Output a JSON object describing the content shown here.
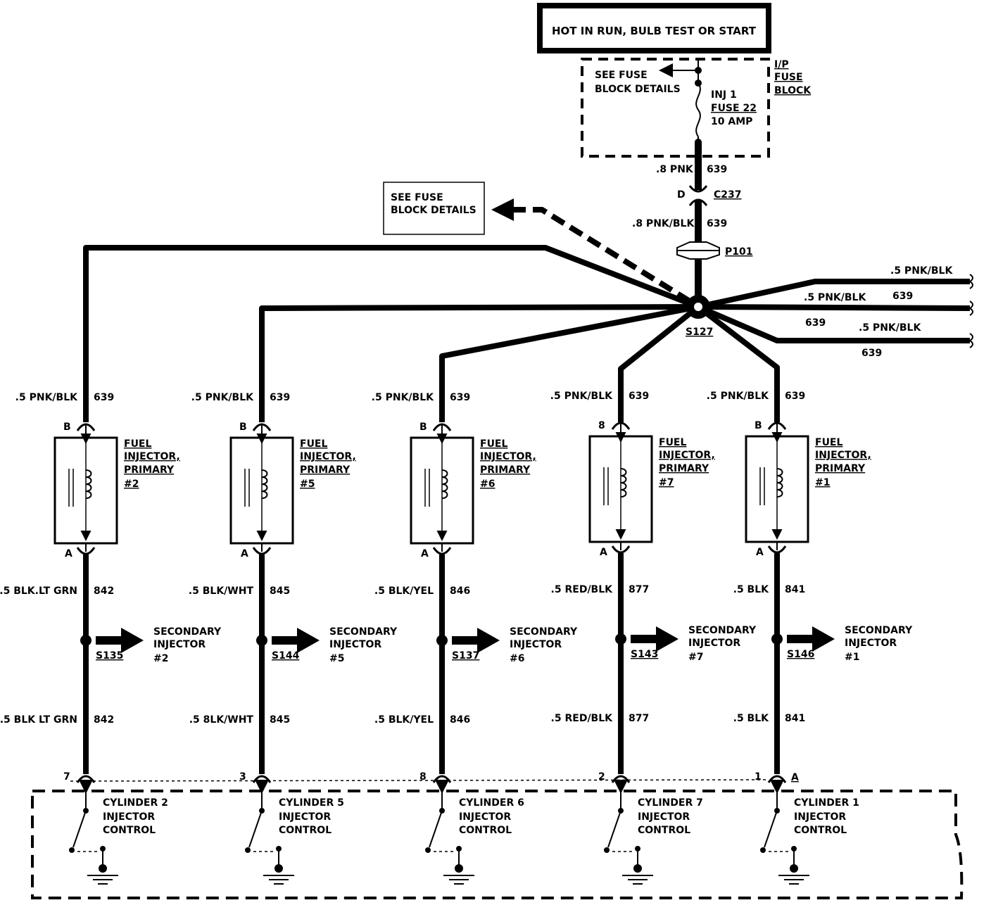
{
  "header": {
    "power_label": "HOT IN RUN, BULB TEST OR START"
  },
  "fuse_block": {
    "see_details_l1": "SEE FUSE",
    "see_details_l2": "BLOCK DETAILS",
    "block_l1": "I/P",
    "block_l2": "FUSE",
    "block_l3": "BLOCK",
    "fuse_l1": "INJ 1",
    "fuse_l2": "FUSE 22",
    "fuse_l3": "10 AMP"
  },
  "feed": {
    "wire1": ".8 PNK",
    "circuit1": "639",
    "conn_pin": "D",
    "conn_id": "C237",
    "wire2": ".8 PNK/BLK",
    "circuit2": "639",
    "passthru": "P101",
    "splice": "S127"
  },
  "side_box": {
    "l1": "SEE FUSE",
    "l2": "BLOCK DETAILS"
  },
  "right_branches": [
    {
      "wire": ".5 PNK/BLK",
      "circuit": "639"
    },
    {
      "wire": ".5 PNK/BLK",
      "circuit": "639"
    },
    {
      "wire": ".5 PNK/BLK",
      "circuit": "639"
    }
  ],
  "injectors": [
    {
      "top_wire": ".5 PNK/BLK",
      "top_circuit": "639",
      "pin_b": "B",
      "pin_a": "A",
      "label_l1": "FUEL",
      "label_l2": "INJECTOR,",
      "label_l3": "PRIMARY",
      "label_num": "#2",
      "bot_wire": ".5 BLK.LT GRN",
      "bot_circuit": "842",
      "splice": "S135",
      "sec_l1": "SECONDARY",
      "sec_l2": "INJECTOR",
      "sec_num": "#2",
      "low_wire": ".5 BLK LT GRN",
      "low_circuit": "842",
      "ecm_pin": "7",
      "cyl_l1": "CYLINDER 2",
      "cyl_l2": "INJECTOR",
      "cyl_l3": "CONTROL"
    },
    {
      "top_wire": ".5 PNK/BLK",
      "top_circuit": "639",
      "pin_b": "B",
      "pin_a": "A",
      "label_l1": "FUEL",
      "label_l2": "INJECTOR,",
      "label_l3": "PRIMARY",
      "label_num": "#5",
      "bot_wire": ".5 BLK/WHT",
      "bot_circuit": "845",
      "splice": "S144",
      "sec_l1": "SECONDARY",
      "sec_l2": "INJECTOR",
      "sec_num": "#5",
      "low_wire": ".5 8LK/WHT",
      "low_circuit": "845",
      "ecm_pin": "3",
      "cyl_l1": "CYLINDER 5",
      "cyl_l2": "INJECTOR",
      "cyl_l3": "CONTROL"
    },
    {
      "top_wire": ".5 PNK/BLK",
      "top_circuit": "639",
      "pin_b": "B",
      "pin_a": "A",
      "label_l1": "FUEL",
      "label_l2": "INJECTOR,",
      "label_l3": "PRIMARY",
      "label_num": "#6",
      "bot_wire": ".5 BLK/YEL",
      "bot_circuit": "846",
      "splice": "S137",
      "sec_l1": "SECONDARY",
      "sec_l2": "INJECTOR",
      "sec_num": "#6",
      "low_wire": ".5 BLK/YEL",
      "low_circuit": "846",
      "ecm_pin": "8",
      "cyl_l1": "CYLINDER 6",
      "cyl_l2": "INJECTOR",
      "cyl_l3": "CONTROL"
    },
    {
      "top_wire": ".5 PNK/BLK",
      "top_circuit": "639",
      "pin_b": "8",
      "pin_a": "A",
      "label_l1": "FUEL",
      "label_l2": "INJECTOR,",
      "label_l3": "PRIMARY",
      "label_num": "#7",
      "bot_wire": ".5 RED/BLK",
      "bot_circuit": "877",
      "splice": "S143",
      "sec_l1": "SECONDARY",
      "sec_l2": "INJECTOR",
      "sec_num": "#7",
      "low_wire": ".5 RED/BLK",
      "low_circuit": "877",
      "ecm_pin": "2",
      "cyl_l1": "CYLINDER 7",
      "cyl_l2": "INJECTOR",
      "cyl_l3": "CONTROL"
    },
    {
      "top_wire": ".5 PNK/BLK",
      "top_circuit": "639",
      "pin_b": "B",
      "pin_a": "A",
      "label_l1": "FUEL",
      "label_l2": "INJECTOR,",
      "label_l3": "PRIMARY",
      "label_num": "#1",
      "bot_wire": ".5 BLK",
      "bot_circuit": "841",
      "splice": "S146",
      "sec_l1": "SECONDARY",
      "sec_l2": "INJECTOR",
      "sec_num": "#1",
      "low_wire": ".5 BLK",
      "low_circuit": "841",
      "ecm_pin": "1",
      "cyl_l1": "CYLINDER 1",
      "cyl_l2": "INJECTOR",
      "cyl_l3": "CONTROL"
    }
  ],
  "ecm": {
    "connector_letter": "A"
  },
  "colors": {
    "ink": "#000000",
    "paper": "#ffffff"
  }
}
